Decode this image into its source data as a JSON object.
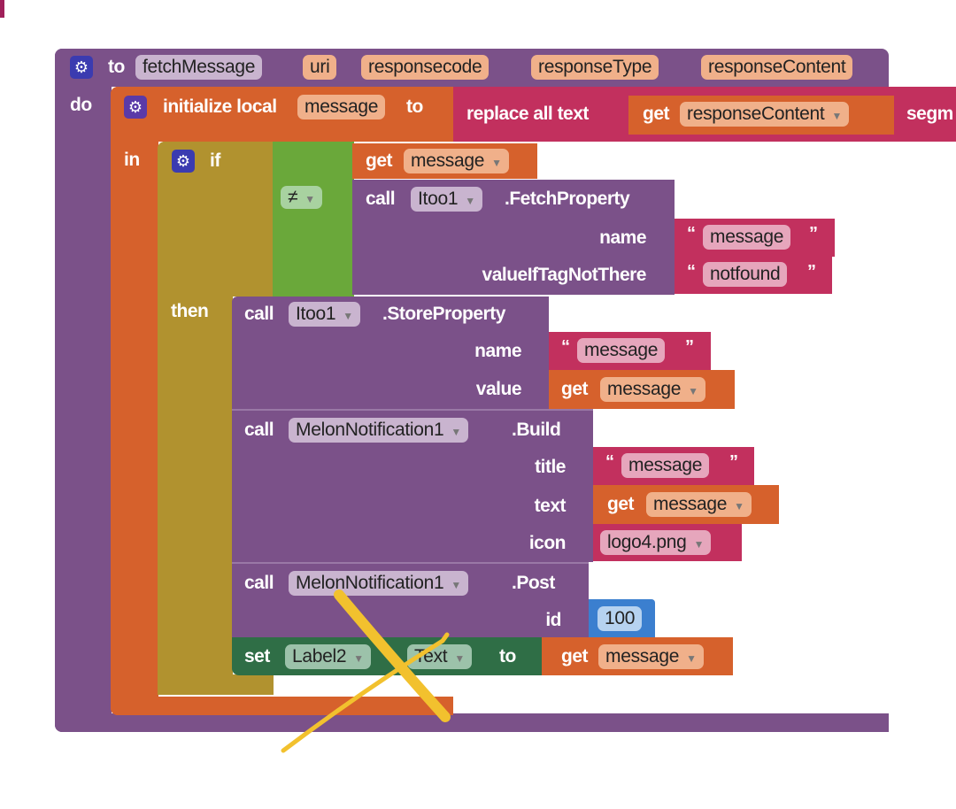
{
  "procedure": {
    "keyword": "to",
    "name": "fetchMessage",
    "params": [
      "uri",
      "responsecode",
      "responseType",
      "responseContent"
    ],
    "do_label": "do"
  },
  "init": {
    "label": "initialize local",
    "var": "message",
    "to": "to",
    "in_label": "in"
  },
  "replace": {
    "label": "replace all text",
    "get": "get",
    "var": "responseContent",
    "segment_label": "segm"
  },
  "if_block": {
    "label": "if",
    "then_label": "then"
  },
  "compare": {
    "op": "≠"
  },
  "get_message": {
    "get": "get",
    "var": "message"
  },
  "fetch": {
    "call": "call",
    "component": "Itoo1",
    "method": ".FetchProperty",
    "name_label": "name",
    "name_value": "message",
    "default_label": "valueIfTagNotThere",
    "default_value": "notfound"
  },
  "store": {
    "call": "call",
    "component": "Itoo1",
    "method": ".StoreProperty",
    "name_label": "name",
    "name_value": "message",
    "value_label": "value"
  },
  "build": {
    "call": "call",
    "component": "MelonNotification1",
    "method": ".Build",
    "title_label": "title",
    "title_value": "message",
    "text_label": "text",
    "icon_label": "icon",
    "icon_value": "logo4.png"
  },
  "post": {
    "call": "call",
    "component": "MelonNotification1",
    "method": ".Post",
    "id_label": "id",
    "id_value": "100"
  },
  "set": {
    "set": "set",
    "component": "Label2",
    "property": "Text",
    "to": "to"
  },
  "colors": {
    "procedure": "#7b5189",
    "variable": "#d6612c",
    "text": "#c2305e",
    "control": "#b1922f",
    "logic": "#6aa83a",
    "component_setter": "#2f6e46",
    "math": "#3b7fcf",
    "annotation": "#f2c12e"
  }
}
